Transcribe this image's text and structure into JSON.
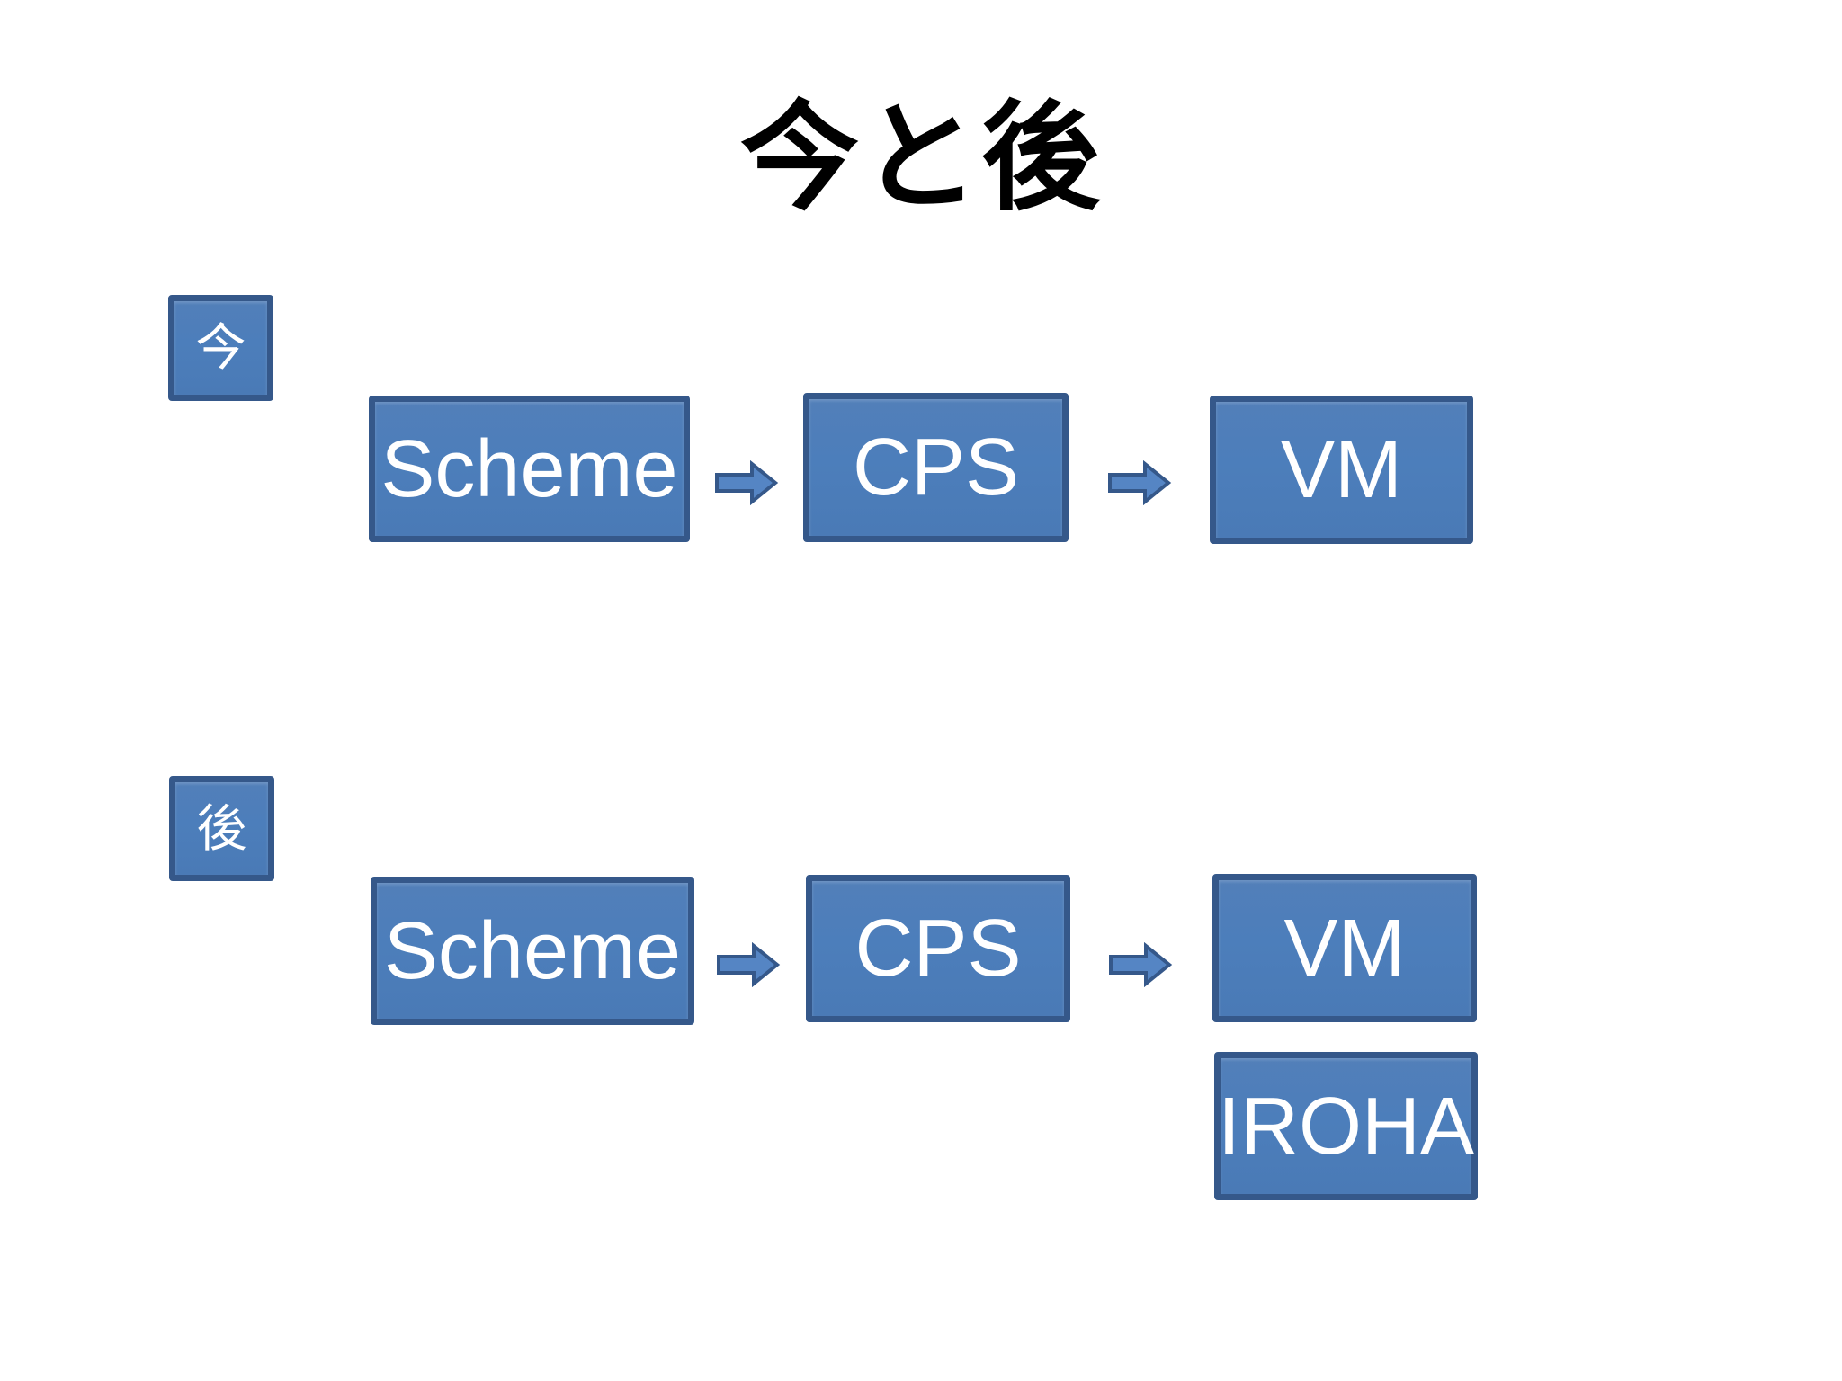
{
  "title": "今と後",
  "colors": {
    "box_fill": "#4c7ebb",
    "box_border": "#35588a",
    "arrow_fill": "#5585c4",
    "node_text": "#ffffff",
    "title_text": "#000000",
    "bg": "#ffffff"
  },
  "icons": {
    "arrow": "right-block-arrow"
  },
  "sections": [
    {
      "id": "now",
      "label": "今",
      "nodes": [
        "Scheme",
        "CPS",
        "VM"
      ]
    },
    {
      "id": "after",
      "label": "後",
      "nodes": [
        "Scheme",
        "CPS",
        "VM"
      ],
      "extra_node": "IROHA"
    }
  ]
}
